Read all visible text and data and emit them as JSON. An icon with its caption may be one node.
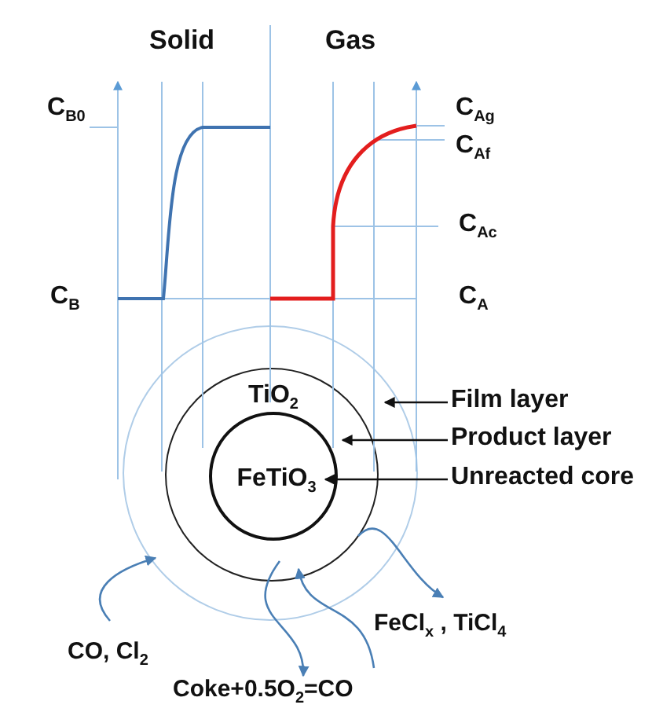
{
  "diagram": {
    "nodes": [
      {
        "text": [],
        "shape": "circle"
      },
      {
        "text": [
          "TiO$_{2}$"
        ],
        "in": 0
      },
      {
        "text": [
          "FeTiO$_{3}$"
        ],
        "in": 1
      },
      {
        "text": [
          "Film layer"
        ]
      },
      {
        "text": [
          "Product layer"
        ]
      },
      {
        "text": [
          "Unreacted core"
        ]
      },
      {
        "text": [
          "CO, Cl$_{2}$"
        ]
      },
      {
        "text": [
          "FeCl$_{x}$ , TiCl$_{4}$"
        ]
      },
      {
        "text": [
          "Coke+0.5O$_{2}$=CO"
        ]
      }
    ],
    "edges": [
      {
        "from": 3,
        "to": 0,
        "arrow": "to",
        "color": "#111111"
      },
      {
        "from": 4,
        "to": 1,
        "arrow": "to",
        "color": "#111111"
      },
      {
        "from": 5,
        "to": 2,
        "arrow": "to",
        "color": "#111111"
      },
      {
        "from": 6,
        "to": 0,
        "arrow": "to"
      },
      {
        "from": 1,
        "to": 7,
        "arrow": "to"
      },
      {
        "from": 8,
        "to": 1,
        "arrow": "to"
      },
      {
        "from": 1,
        "to": 8,
        "arrow": "to"
      }
    ],
    "labels": [
      "Solid",
      "Gas",
      "C$_{Ag}$",
      "C$_{B0}$",
      "C$_{Af}$",
      "C$_{Ac}$",
      "C$_{B}$",
      "C$_{A}$"
    ]
  }
}
